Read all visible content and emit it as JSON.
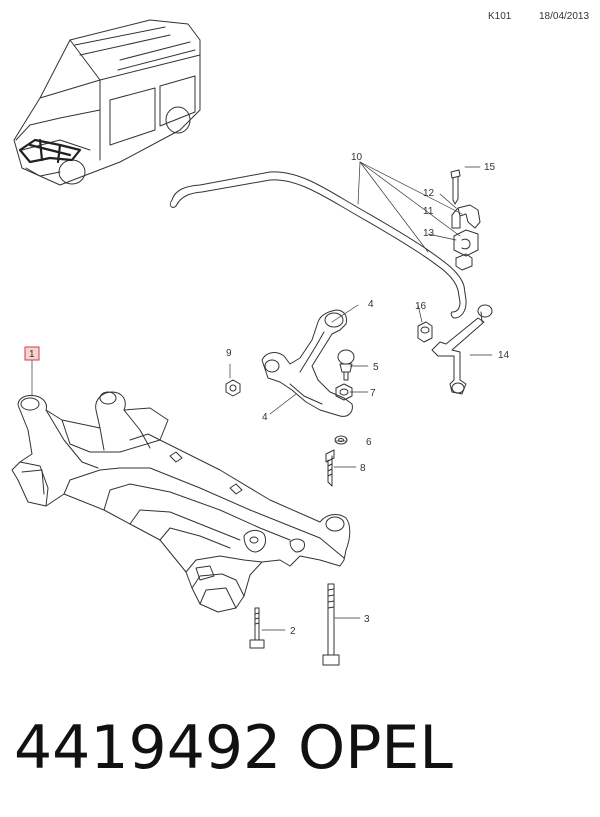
{
  "header": {
    "code": "K101",
    "date": "18/04/2013"
  },
  "callouts": {
    "c1": "1",
    "c2": "2",
    "c3": "3",
    "c4a": "4",
    "c4b": "4",
    "c5": "5",
    "c6": "6",
    "c7": "7",
    "c8": "8",
    "c9": "9",
    "c10": "10",
    "c11": "11",
    "c12": "12",
    "c13": "13",
    "c14": "14",
    "c15": "15",
    "c16": "16"
  },
  "footer": {
    "part_number": "4419492",
    "brand": "OPEL"
  },
  "colors": {
    "line": "#333333",
    "highlight_box": "#d23c3c",
    "highlight_fill": "#f6d3d3",
    "van_accent": "#222222"
  }
}
